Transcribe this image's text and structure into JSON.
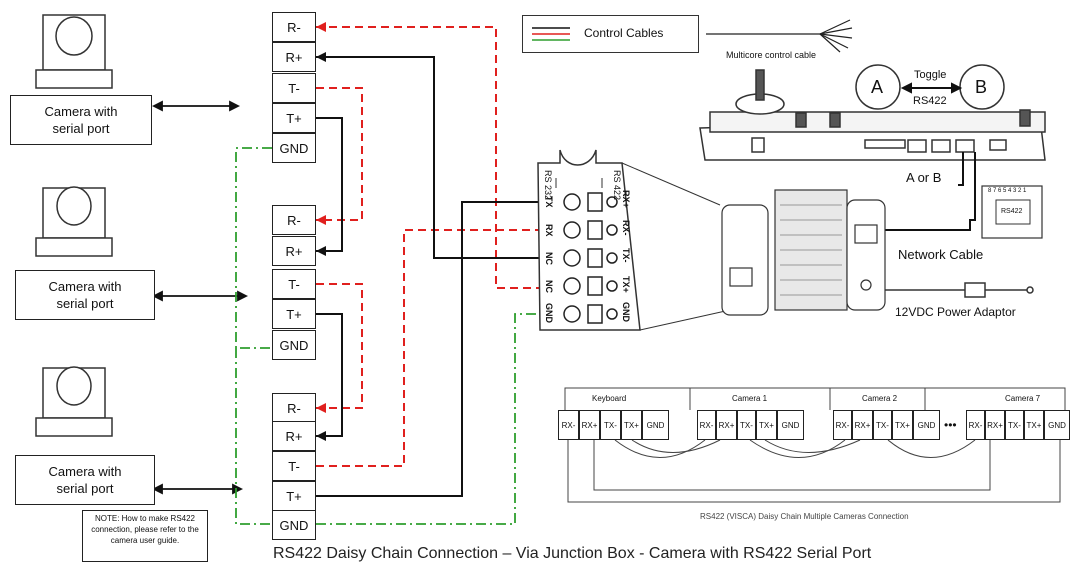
{
  "cameras": [
    {
      "label": "Camera with serial port"
    },
    {
      "label": "Camera with serial port"
    },
    {
      "label": "Camera with serial port"
    }
  ],
  "terminal_blocks": [
    [
      "R-",
      "R+",
      "T-",
      "T+",
      "GND"
    ],
    [
      "R-",
      "R+",
      "T-",
      "T+",
      "GND"
    ],
    [
      "R-",
      "R+",
      "T-",
      "T+",
      "GND"
    ]
  ],
  "legend": {
    "control_cables": "Control Cables",
    "multicore": "Multicore control cable"
  },
  "controller": {
    "a": "A",
    "b": "B",
    "toggle": "Toggle",
    "rs422": "RS422",
    "a_or_b": "A or B",
    "rj45_label": "RS422",
    "pin_numbers": "8 7 6 5 4 3 2 1"
  },
  "junction": {
    "rs232": "RS 232",
    "rs422": "RS 422",
    "left_labels": [
      "TX",
      "RX",
      "NC",
      "NC",
      "GND"
    ],
    "right_labels": [
      "RX+",
      "RX-",
      "TX-",
      "TX+",
      "GND"
    ]
  },
  "network_cable": "Network Cable",
  "power_adaptor": "12VDC Power Adaptor",
  "note": "NOTE: How to make RS422 connection, please refer to the camera user guide.",
  "caption": "RS422 Daisy Chain Connection – Via Junction Box - Camera with RS422 Serial Port",
  "daisy": {
    "groups": [
      "Keyboard",
      "Camera 1",
      "Camera 2",
      "Camera 7"
    ],
    "keyboard_terms": [
      "RX-",
      "RX+",
      "TX-",
      "TX+",
      "GND"
    ],
    "camera_terms": [
      "RX-",
      "RX+",
      "TX-",
      "TX+",
      "GND"
    ],
    "ellipsis": "•••",
    "caption": "RS422 (VISCA) Daisy Chain Multiple Cameras Connection"
  },
  "colors": {
    "red": "#e0201e",
    "green": "#2e9e2e",
    "black": "#111111"
  }
}
